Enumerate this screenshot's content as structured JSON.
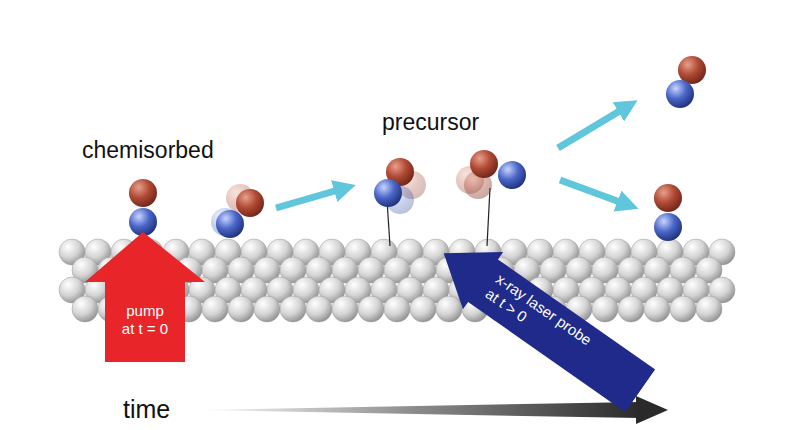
{
  "diagram": {
    "nodes": [
      {
        "text": [
          "pump at t = 0"
        ]
      },
      {
        "text": [
          "x-ray laser probe at t > 0"
        ]
      }
    ],
    "labels": [
      "chemisorbed",
      "precursor",
      "time"
    ]
  }
}
